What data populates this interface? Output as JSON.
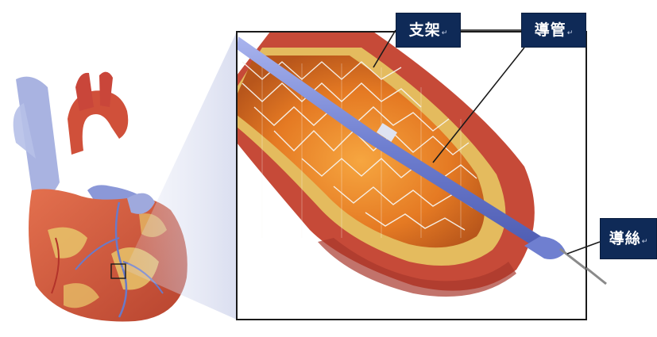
{
  "labels": {
    "stent": "支架",
    "catheter": "導管",
    "guidewire": "導絲",
    "return_mark": "↵"
  },
  "colors": {
    "label_bg": "#0f2a57",
    "label_text": "#ffffff",
    "vessel_outer": "#c94a3a",
    "vessel_inner": "#e07a2a",
    "fat_layer": "#e8c46a",
    "stent_mesh": "#f4f1ea",
    "catheter": "#7f8fd6",
    "heart_red": "#d5563a",
    "heart_blue": "#8c9ad8",
    "frame": "#1a1a1a"
  }
}
